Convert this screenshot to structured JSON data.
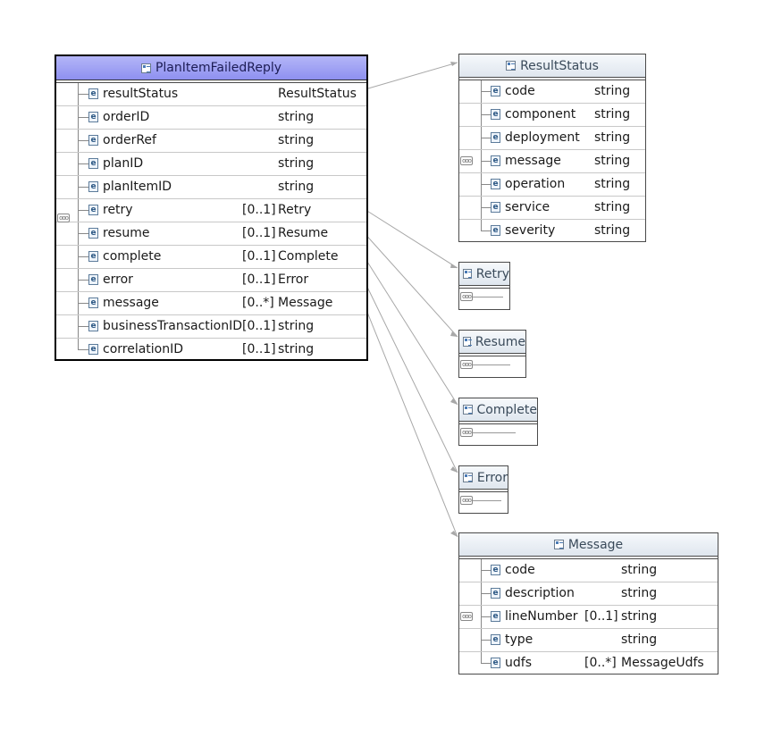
{
  "diagram": {
    "main": {
      "title": "PlanItemFailedReply",
      "rows": [
        {
          "name": "resultStatus",
          "card": "",
          "type": "ResultStatus"
        },
        {
          "name": "orderID",
          "card": "",
          "type": "string"
        },
        {
          "name": "orderRef",
          "card": "",
          "type": "string"
        },
        {
          "name": "planID",
          "card": "",
          "type": "string"
        },
        {
          "name": "planItemID",
          "card": "",
          "type": "string"
        },
        {
          "name": "retry",
          "card": "[0..1]",
          "type": "Retry"
        },
        {
          "name": "resume",
          "card": "[0..1]",
          "type": "Resume"
        },
        {
          "name": "complete",
          "card": "[0..1]",
          "type": "Complete"
        },
        {
          "name": "error",
          "card": "[0..1]",
          "type": "Error"
        },
        {
          "name": "message",
          "card": "[0..*]",
          "type": "Message"
        },
        {
          "name": "businessTransactionID",
          "card": "[0..1]",
          "type": "string"
        },
        {
          "name": "correlationID",
          "card": "[0..1]",
          "type": "string"
        }
      ]
    },
    "result_status": {
      "title": "ResultStatus",
      "rows": [
        {
          "name": "code",
          "card": "",
          "type": "string"
        },
        {
          "name": "component",
          "card": "",
          "type": "string"
        },
        {
          "name": "deployment",
          "card": "",
          "type": "string"
        },
        {
          "name": "message",
          "card": "",
          "type": "string"
        },
        {
          "name": "operation",
          "card": "",
          "type": "string"
        },
        {
          "name": "service",
          "card": "",
          "type": "string"
        },
        {
          "name": "severity",
          "card": "",
          "type": "string"
        }
      ]
    },
    "retry": {
      "title": "Retry"
    },
    "resume": {
      "title": "Resume"
    },
    "complete": {
      "title": "Complete"
    },
    "error": {
      "title": "Error"
    },
    "message": {
      "title": "Message",
      "rows": [
        {
          "name": "code",
          "card": "",
          "type": "string"
        },
        {
          "name": "description",
          "card": "",
          "type": "string"
        },
        {
          "name": "lineNumber",
          "card": "[0..1]",
          "type": "string"
        },
        {
          "name": "type",
          "card": "",
          "type": "string"
        },
        {
          "name": "udfs",
          "card": "[0..*]",
          "type": "MessageUdfs"
        }
      ]
    },
    "element_icon": "e",
    "sequence_icon": "ooo"
  }
}
